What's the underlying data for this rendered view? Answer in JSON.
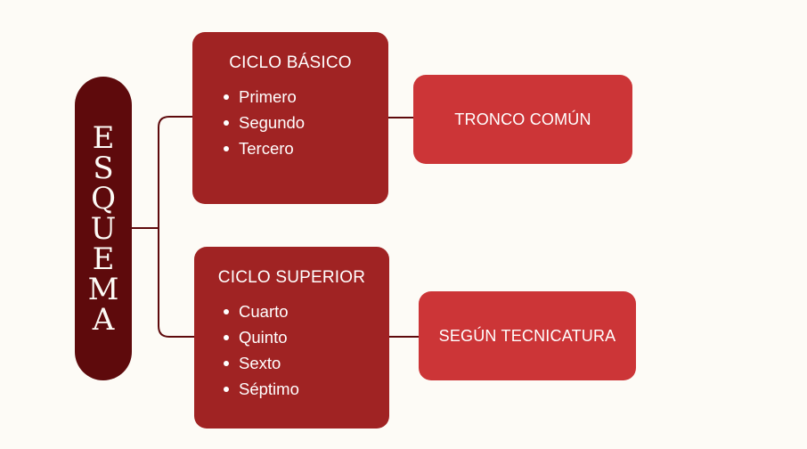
{
  "spine": {
    "letters": [
      "E",
      "S",
      "Q",
      "U",
      "E",
      "M",
      "A"
    ]
  },
  "basic": {
    "title": "CICLO BÁSICO",
    "items": [
      "Primero",
      "Segundo",
      "Tercero"
    ]
  },
  "superior": {
    "title": "CICLO SUPERIOR",
    "items": [
      "Cuarto",
      "Quinto",
      "Sexto",
      "Séptimo"
    ]
  },
  "outcomes": {
    "basic": "TRONCO COMÚN",
    "superior": "SEGÚN TECNICATURA"
  },
  "colors": {
    "background": "#fdfbf6",
    "spine": "#5e0a0c",
    "cycle_box": "#a02323",
    "outcome_box": "#cc3537",
    "connector": "#5e0a0c"
  }
}
